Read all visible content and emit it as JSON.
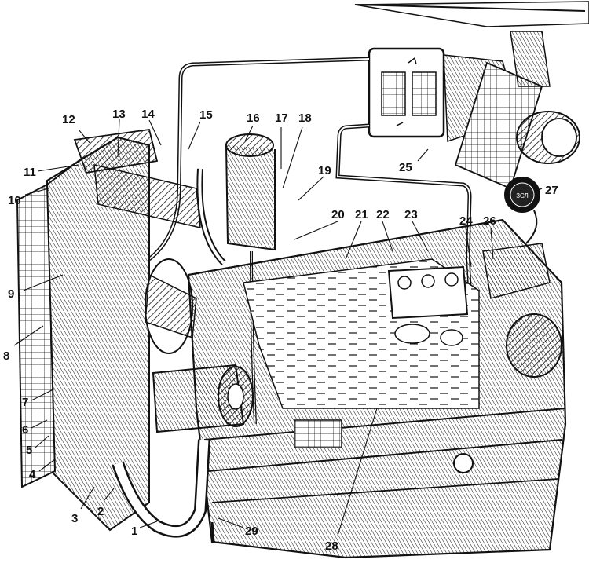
{
  "labels": {
    "l1": "1",
    "l2": "2",
    "l3": "3",
    "l4": "4",
    "l5": "5",
    "l6": "6",
    "l7": "7",
    "l8": "8",
    "l9": "9",
    "l10": "10",
    "l11": "11",
    "l12": "12",
    "l13": "13",
    "l14": "14",
    "l15": "15",
    "l16": "16",
    "l17": "17",
    "l18": "18",
    "l19": "19",
    "l20": "20",
    "l21": "21",
    "l22": "22",
    "l23": "23",
    "l24": "24",
    "l25": "25",
    "l26": "26",
    "l27": "27",
    "l28": "28",
    "l29": "29"
  },
  "gauge_text": "ЗСЛ"
}
